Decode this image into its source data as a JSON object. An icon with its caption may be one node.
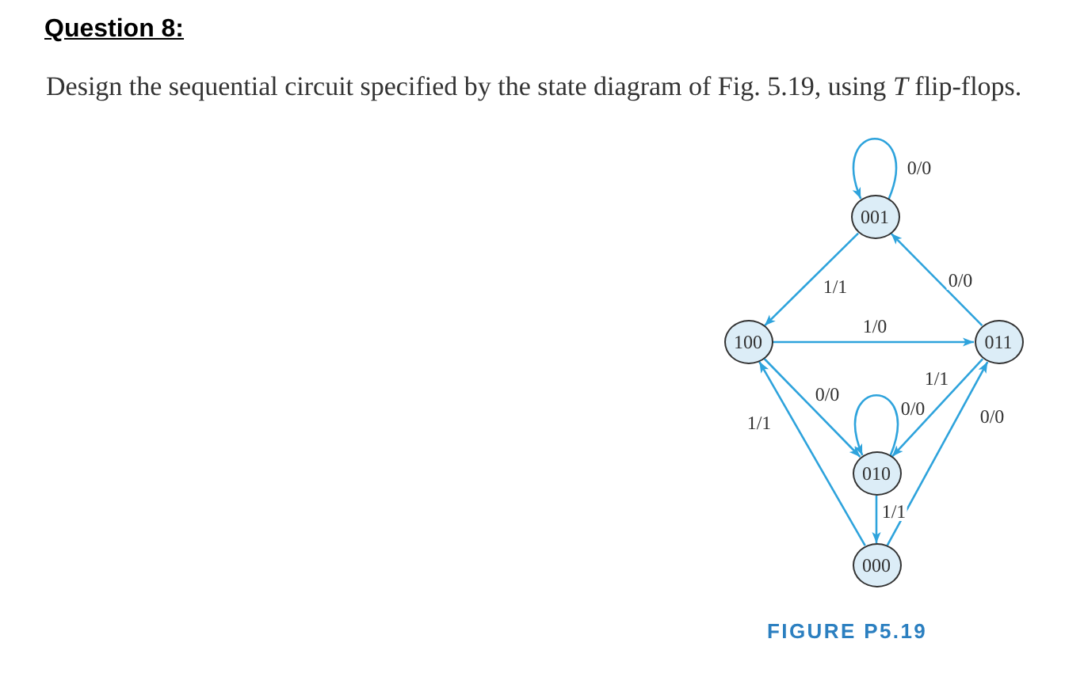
{
  "diagram": {
    "title": "Question 8:",
    "caption": "FIGURE P5.19",
    "nodes": [
      {
        "text": [
          "001"
        ]
      },
      {
        "text": [
          "100"
        ]
      },
      {
        "text": [
          "011"
        ]
      },
      {
        "text": [
          "010"
        ]
      },
      {
        "text": [
          "000"
        ]
      }
    ],
    "edges": [
      {
        "from": 0,
        "to": 0,
        "label": "0/0",
        "arrow": "to"
      },
      {
        "from": 0,
        "to": 1,
        "label": "1/1",
        "arrow": "to"
      },
      {
        "from": 2,
        "to": 0,
        "label": "0/0",
        "arrow": "to"
      },
      {
        "from": 1,
        "to": 2,
        "label": "1/0",
        "arrow": "to"
      },
      {
        "from": 1,
        "to": 3,
        "label": "0/0",
        "arrow": "to"
      },
      {
        "from": 2,
        "to": 3,
        "label": "1/1",
        "arrow": "to"
      },
      {
        "from": 3,
        "to": 3,
        "label": "0/0",
        "arrow": "to"
      },
      {
        "from": 3,
        "to": 4,
        "label": "1/1",
        "arrow": "to"
      },
      {
        "from": 4,
        "to": 1,
        "label": "1/1",
        "arrow": "to"
      },
      {
        "from": 4,
        "to": 2,
        "label": "0/0",
        "arrow": "to"
      }
    ],
    "labels": [
      "Design the sequential circuit specified by the state diagram of Fig. 5.19, using *T* flip-flops."
    ]
  }
}
